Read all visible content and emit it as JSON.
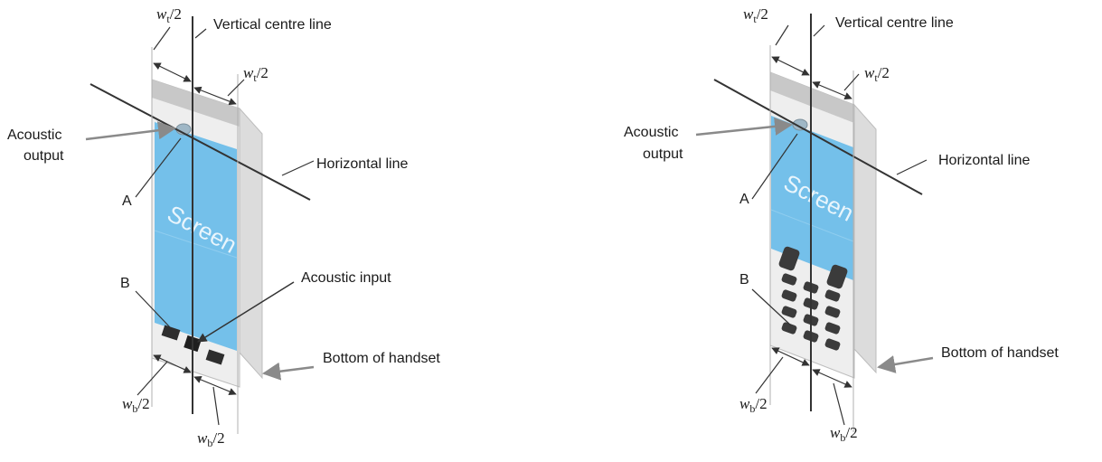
{
  "labels": {
    "vertical_centre_line": "Vertical centre line",
    "horizontal_line": "Horizontal line",
    "acoustic_output_l1": "Acoustic",
    "acoustic_output_l2": "output",
    "acoustic_input": "Acoustic input",
    "bottom_of_handset": "Bottom of handset",
    "point_a": "A",
    "point_b": "B",
    "screen": "Screen",
    "w_t_sym": "w",
    "w_t_sub": "t",
    "w_b_sym": "w",
    "w_b_sub": "b",
    "half": "/2"
  },
  "colors": {
    "screen_blue": "#74c0ea",
    "body_light": "#eeeeee",
    "body_side": "#dcdcdc",
    "top_cap": "#c8c8c8",
    "key_dark": "#3b3b3b",
    "arrow_grey": "#8a8a8a",
    "line_dark": "#333333"
  }
}
